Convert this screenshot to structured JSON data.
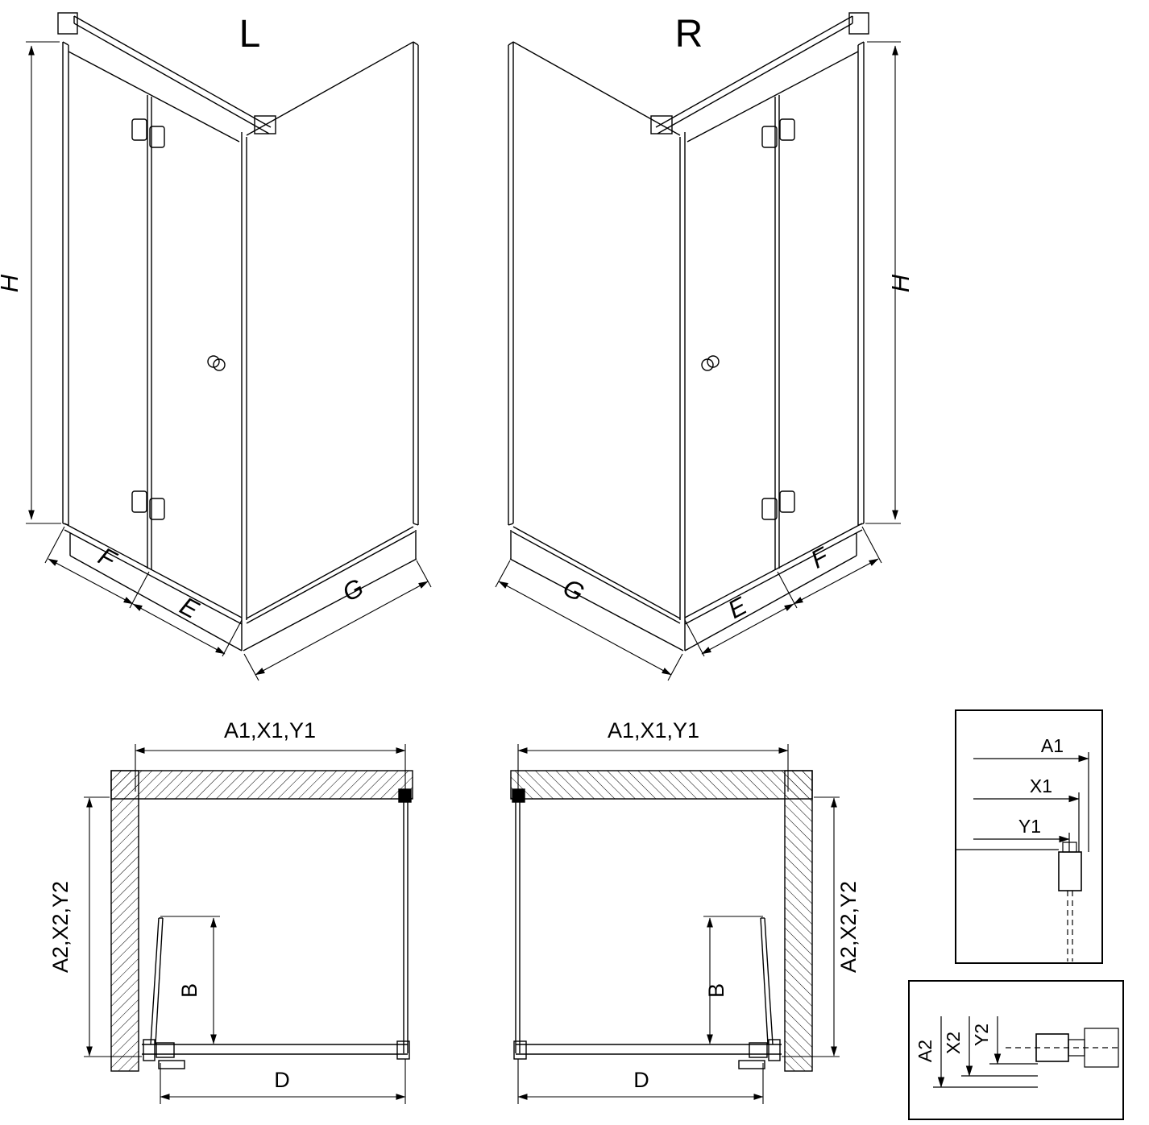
{
  "colors": {
    "line": "#000000",
    "background": "#ffffff"
  },
  "perspective_left": {
    "label": "L",
    "dim_h": "H",
    "dim_f": "F",
    "dim_e": "E",
    "dim_g": "G"
  },
  "perspective_right": {
    "label": "R",
    "dim_h": "H",
    "dim_f": "F",
    "dim_e": "E",
    "dim_g": "G"
  },
  "plan_left": {
    "dim_top": "A1,X1,Y1",
    "dim_side": "A2,X2,Y2",
    "dim_door": "B",
    "dim_width": "D"
  },
  "plan_right": {
    "dim_top": "A1,X1,Y1",
    "dim_side": "A2,X2,Y2",
    "dim_door": "B",
    "dim_width": "D"
  },
  "detail_top_right": {
    "dim_a1": "A1",
    "dim_x1": "X1",
    "dim_y1": "Y1"
  },
  "detail_bottom_right": {
    "dim_a2": "A2",
    "dim_x2": "X2",
    "dim_y2": "Y2"
  }
}
